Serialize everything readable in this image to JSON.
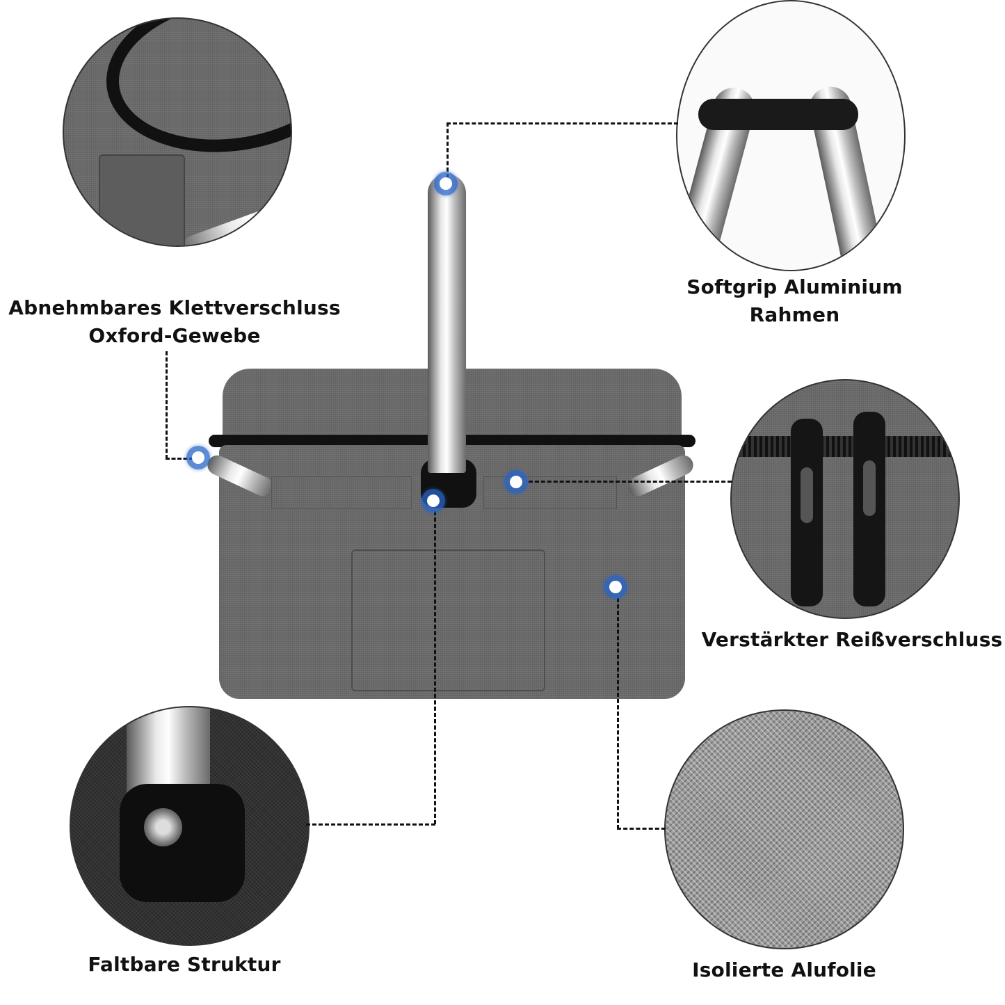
{
  "features": [
    {
      "id": "oxford",
      "label_line1": "Abnehmbares Klettverschluss",
      "label_line2": "Oxford-Gewebe"
    },
    {
      "id": "handle",
      "label_line1": "Softgrip Aluminium",
      "label_line2": "Rahmen"
    },
    {
      "id": "zipper",
      "label_line1": "Verstärkter Reißverschluss"
    },
    {
      "id": "foldable",
      "label_line1": "Faltbare Struktur"
    },
    {
      "id": "insulation",
      "label_line1": "Isolierte Alufolie"
    }
  ],
  "colors": {
    "callout_dot": "#2864c8",
    "fabric": "#6a6a6a",
    "text": "#111111"
  }
}
